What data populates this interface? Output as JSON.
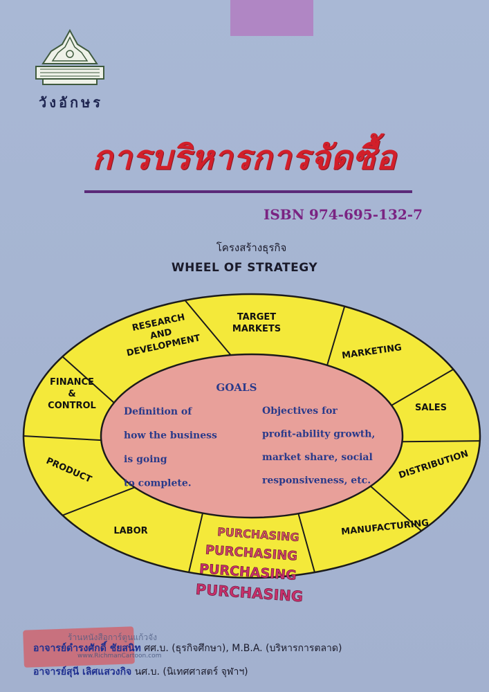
{
  "publisher": "วังอักษร",
  "title": "การบริหารการจัดซื้อ",
  "isbn": "ISBN 974-695-132-7",
  "caption_thai": "โครงสร้างธุรกิจ",
  "caption_english": "WHEEL OF STRATEGY",
  "wheel": {
    "center_heading": "GOALS",
    "left_text": [
      "Definition of",
      "how the business",
      "is going",
      "to complete."
    ],
    "right_text": [
      "Objectives for",
      "profit-ability growth,",
      "market share, social",
      "responsiveness, etc."
    ],
    "segments": [
      [
        "TARGET",
        "MARKETS"
      ],
      [
        "MARKETING"
      ],
      [
        "SALES"
      ],
      [
        "DISTRIBUTION"
      ],
      [
        "MANUFACTURING"
      ],
      [
        "PURCHASING"
      ],
      [
        "LABOR"
      ],
      [
        "PRODUCT"
      ],
      [
        "FINANCE",
        "&",
        "CONTROL"
      ],
      [
        "RESEARCH",
        "AND",
        "DEVELOPMENT"
      ]
    ],
    "purchasing_repeat": [
      "PURCHASING",
      "PURCHASING",
      "PURCHASING",
      "PURCHASING"
    ]
  },
  "authors": [
    {
      "name": "อาจารย์ดำรงศักดิ์  ชัยสนิท",
      "credentials": "ศศ.บ. (ธุรกิจศึกษา), M.B.A. (บริหารการตลาด)"
    },
    {
      "name": "อาจารย์สุนี  เลิศแสวงกิจ",
      "credentials": "นศ.บ. (นิเทศศาสตร์ จุฬาฯ)"
    }
  ],
  "watermark": {
    "text": "ร้านหนังสือการ์ตูนแก้วจัง",
    "url": "www.RichmanCartoon.com"
  },
  "colors": {
    "background": "#a7b6d2",
    "title": "#d21f2a",
    "wheel_ring": "#f4e93a",
    "wheel_center": "#e8a09a",
    "purchasing_text": "#c8306b",
    "isbn": "#7a2382",
    "top_tab": "#b086c4"
  }
}
